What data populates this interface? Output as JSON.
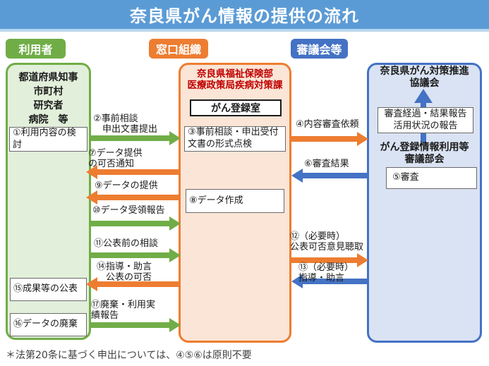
{
  "title": "奈良県がん情報の提供の流れ",
  "footnote": "＊法第20条に基づく申出については、④⑤⑥は原則不要",
  "users": {
    "header": "利用者",
    "members": "都道府県知事\n市町村\n研究者\n病院　等",
    "step1": "①利用内容の検\n討",
    "step15": "⑮成果等の公表",
    "step16": "⑯データの廃棄"
  },
  "window": {
    "header": "窓口組織",
    "department": "奈良県福祉保険部\n医療政策局疾病対策課",
    "registry": "がん登録室",
    "step3": "③事前相談・申出受付\n文書の形式点検",
    "step8": "⑧データ作成"
  },
  "council": {
    "header": "審議会等",
    "name": "奈良県がん対策推進\n協議会",
    "report": "審査経過・結果報告\n活用状況の報告",
    "subcommittee": "がん登録情報利用等\n審議部会",
    "step5": "⑤審査"
  },
  "flows": {
    "f2": "②事前相談\n　申出文書提出",
    "f7": "⑦データ提供\nの可否通知",
    "f9": "⑨データの提供",
    "f10": "⑩データ受領報告",
    "f11": "⑪公表前の相談",
    "f14": "⑭指導・助言\n　公表の可否",
    "f17": "⑰廃棄・利用実\n績報告",
    "f4": "④内容審査依頼",
    "f6": "⑥審査結果",
    "f12": "⑫（必要時）\n公表可否意見聴取",
    "f13": "⑬（必要時）\n指導・助言"
  },
  "colors": {
    "title_bar": "#5b9bd5",
    "user_green": "#70ad47",
    "window_orange": "#ed7d31",
    "council_blue": "#4472c4",
    "department_text_red": "#c00000"
  }
}
